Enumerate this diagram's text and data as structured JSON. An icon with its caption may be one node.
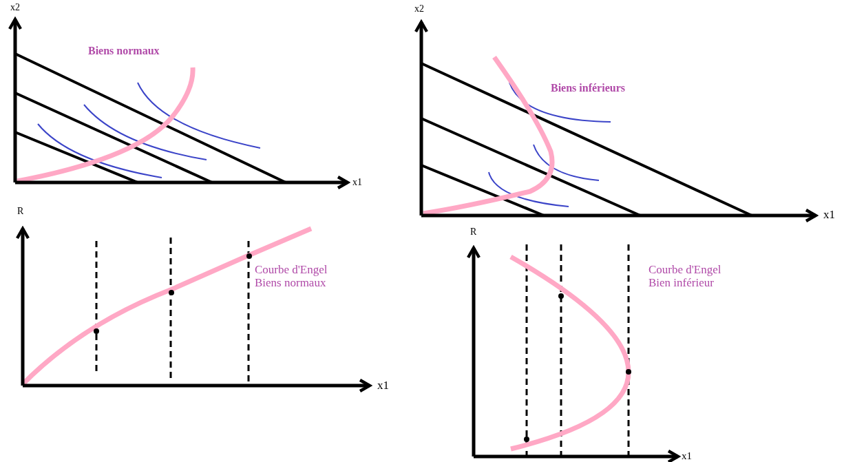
{
  "diagram": {
    "labels": [
      "x2",
      "x2",
      "Biens normaux",
      "Biens inférieurs",
      "x1",
      "x1",
      "R",
      "R",
      "Courbe d'Engel",
      "Biens normaux",
      "Courbe d'Engel",
      "Bien inférieur",
      "x1",
      "x1"
    ]
  }
}
